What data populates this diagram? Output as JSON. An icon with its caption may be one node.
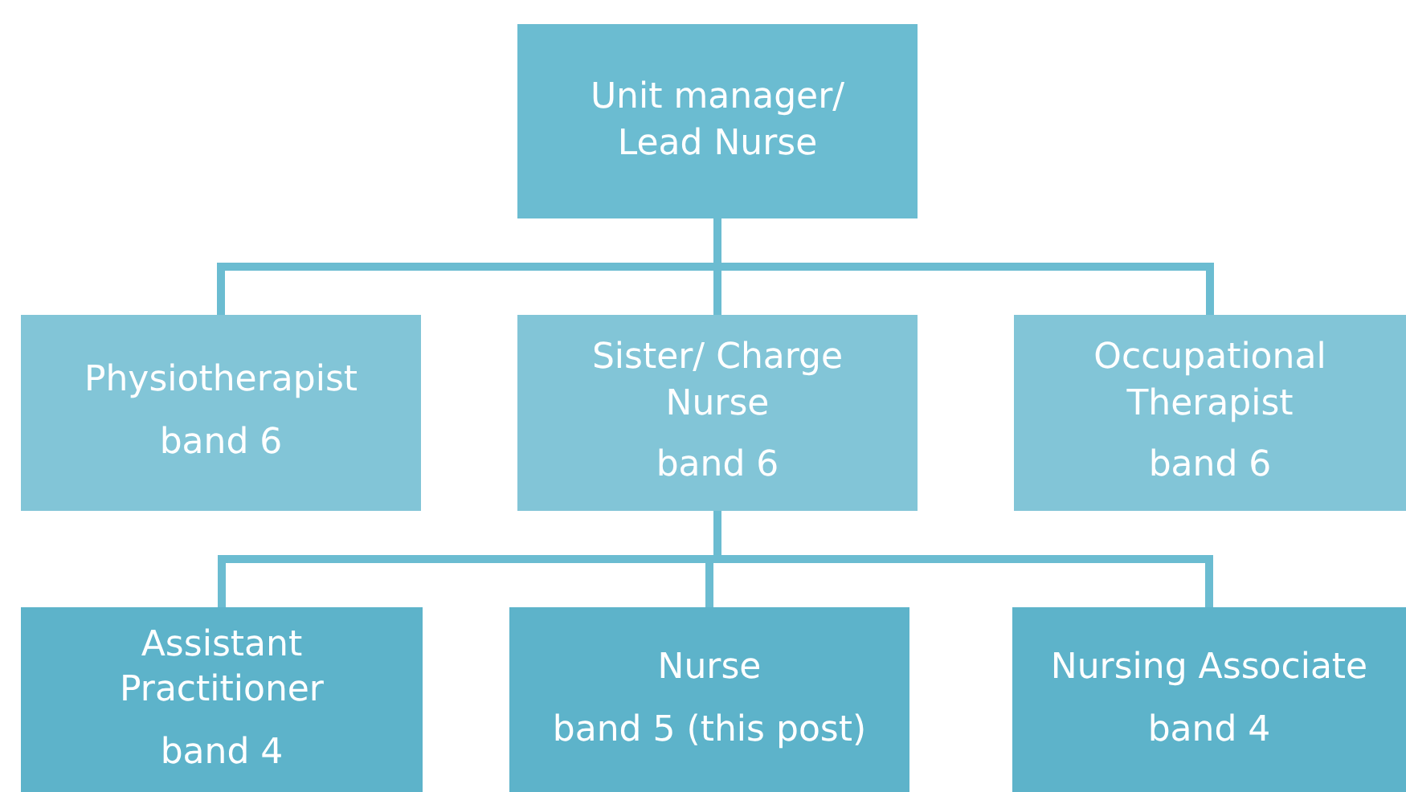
{
  "diagram": {
    "nodes": [
      {
        "text": [
          "Unit manager/ Lead Nurse"
        ]
      },
      {
        "text": [
          "Physiotherapist",
          "band 6"
        ]
      },
      {
        "text": [
          "Sister/ Charge Nurse",
          "band 6"
        ]
      },
      {
        "text": [
          "Occupational Therapist",
          "band 6"
        ]
      },
      {
        "text": [
          "Assistant Practitioner",
          "band 4"
        ]
      },
      {
        "text": [
          "Nurse",
          "band 5 (this post)"
        ]
      },
      {
        "text": [
          "Nursing Associate",
          "band 4"
        ]
      }
    ],
    "edges": [
      {
        "from": 0,
        "to": 1,
        "arrow": "none"
      },
      {
        "from": 0,
        "to": 2,
        "arrow": "none"
      },
      {
        "from": 0,
        "to": 3,
        "arrow": "none"
      },
      {
        "from": 2,
        "to": 4,
        "arrow": "none"
      },
      {
        "from": 2,
        "to": 5,
        "arrow": "none"
      },
      {
        "from": 2,
        "to": 6,
        "arrow": "none"
      }
    ]
  }
}
